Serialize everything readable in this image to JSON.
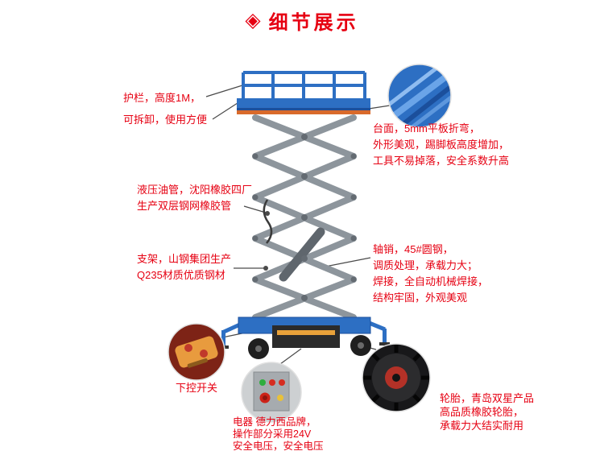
{
  "title": {
    "icon_glyph": "◈",
    "text": "细节展示"
  },
  "colors": {
    "accent_red": "#e60012",
    "machine_blue": "#2d6fc3",
    "scissor_gray": "#8d959c",
    "kickplate_orange": "#d96a2b"
  },
  "callouts": {
    "guardrail": {
      "text": "护栏，高度1M，\n可拆卸，使用方便"
    },
    "platform_surface": {
      "text": "台面，5mm平板折弯，\n外形美观，踢脚板高度增加，\n工具不易掉落，安全系数升高"
    },
    "hydraulic_hose": {
      "text": "液压油管，沈阳橡胶四厂\n生产双层钢网橡胶管"
    },
    "support_frame": {
      "text": "支架，山钢集团生产\nQ235材质优质钢材"
    },
    "axle_pin": {
      "text": "轴销，45#圆钢，\n调质处理，承载力大；\n焊接，全自动机械焊接，\n结构牢固，外观美观"
    },
    "lower_control": {
      "text": "下控开关"
    },
    "electric": {
      "text": "电器 德力西品牌，\n操作部分采用24V\n安全电压，安全电压"
    },
    "tire": {
      "text": "轮胎，青岛双星产品\n高品质橡胶轮胎，\n承载力大结实耐用"
    }
  }
}
